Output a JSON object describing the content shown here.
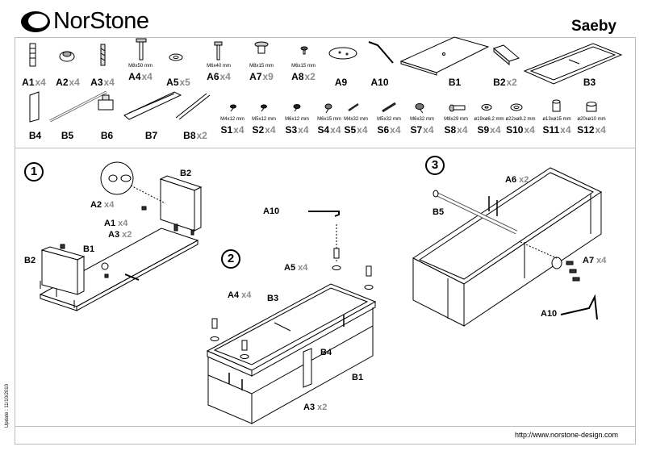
{
  "brand": "NorStone",
  "product": "Saeby",
  "update": "Update : 11/10/2010",
  "url": "http://www.norstone-design.com",
  "parts_row1": [
    {
      "code": "A1",
      "qty": "x4",
      "spec": "",
      "icon": "cam-bolt-icon"
    },
    {
      "code": "A2",
      "qty": "x4",
      "spec": "",
      "icon": "cam-lock-icon"
    },
    {
      "code": "A3",
      "qty": "x4",
      "spec": "",
      "icon": "wood-dowel-icon"
    },
    {
      "code": "A4",
      "qty": "x4",
      "spec": "M8x50 mm",
      "icon": "long-bolt-icon"
    },
    {
      "code": "A5",
      "qty": "x5",
      "spec": "",
      "icon": "washer-icon"
    },
    {
      "code": "A6",
      "qty": "x4",
      "spec": "M6x40 mm",
      "icon": "screw-icon"
    },
    {
      "code": "A7",
      "qty": "x9",
      "spec": "M8x15 mm",
      "icon": "short-bolt-icon"
    },
    {
      "code": "A8",
      "qty": "x2",
      "spec": "M6x15 mm",
      "icon": "small-screw-icon"
    },
    {
      "code": "A9",
      "qty": "",
      "spec": "",
      "icon": "disc-plate-icon"
    },
    {
      "code": "A10",
      "qty": "",
      "spec": "",
      "icon": "allen-key-icon"
    },
    {
      "code": "B1",
      "qty": "",
      "spec": "",
      "icon": "bottom-panel-icon"
    },
    {
      "code": "B2",
      "qty": "x2",
      "spec": "",
      "icon": "side-panel-icon"
    },
    {
      "code": "B3",
      "qty": "",
      "spec": "",
      "icon": "top-frame-icon"
    }
  ],
  "parts_row2": [
    {
      "code": "B4",
      "qty": "",
      "spec": "",
      "icon": "back-plate-icon"
    },
    {
      "code": "B5",
      "qty": "",
      "spec": "",
      "icon": "rod-icon"
    },
    {
      "code": "B6",
      "qty": "",
      "spec": "",
      "icon": "clamp-icon"
    },
    {
      "code": "B7",
      "qty": "",
      "spec": "",
      "icon": "rail-icon"
    },
    {
      "code": "B8",
      "qty": "x2",
      "spec": "",
      "icon": "bar-pair-icon"
    },
    {
      "code": "S1",
      "qty": "x4",
      "spec": "M4x12 mm",
      "icon": "screw-icon"
    },
    {
      "code": "S2",
      "qty": "x4",
      "spec": "M5x12 mm",
      "icon": "screw-icon"
    },
    {
      "code": "S3",
      "qty": "x4",
      "spec": "M6x12 mm",
      "icon": "screw-icon"
    },
    {
      "code": "S4",
      "qty": "x4",
      "spec": "M6x15 mm",
      "icon": "screw-icon"
    },
    {
      "code": "S5",
      "qty": "x4",
      "spec": "M4x32 mm",
      "icon": "screw-icon"
    },
    {
      "code": "S6",
      "qty": "x4",
      "spec": "M5x32 mm",
      "icon": "screw-icon"
    },
    {
      "code": "S7",
      "qty": "x4",
      "spec": "M6x32 mm",
      "icon": "screw-icon"
    },
    {
      "code": "S8",
      "qty": "x4",
      "spec": "M8x29 mm",
      "icon": "screw-icon"
    },
    {
      "code": "S9",
      "qty": "x4",
      "spec": "ø19xø6.2 mm",
      "icon": "washer-icon"
    },
    {
      "code": "S10",
      "qty": "x4",
      "spec": "ø22xø8.2 mm",
      "icon": "washer-icon"
    },
    {
      "code": "S11",
      "qty": "x4",
      "spec": "ø13xø15 mm",
      "icon": "spacer-icon"
    },
    {
      "code": "S12",
      "qty": "x4",
      "spec": "ø20xø10 mm",
      "icon": "spacer-icon"
    }
  ],
  "steps": {
    "s1": {
      "number": "1",
      "labels": {
        "b2_top": "B2",
        "a2": "A2",
        "a2_qty": "x4",
        "a1": "A1",
        "a1_qty": "x4",
        "a3": "A3",
        "a3_qty": "x2",
        "b1": "B1",
        "b2_left": "B2"
      }
    },
    "s2": {
      "number": "2",
      "labels": {
        "a10": "A10",
        "a5": "A5",
        "a5_qty": "x4",
        "a4": "A4",
        "a4_qty": "x4",
        "b3": "B3",
        "b4": "B4",
        "b1": "B1",
        "a3": "A3",
        "a3_qty": "x2"
      }
    },
    "s3": {
      "number": "3",
      "labels": {
        "a6": "A6",
        "a6_qty": "x2",
        "b5": "B5",
        "a7": "A7",
        "a7_qty": "x4",
        "a10": "A10"
      }
    }
  },
  "colors": {
    "line": "#000000",
    "qty_gray": "#8c8c8c",
    "border_gray": "#bdbdbd"
  }
}
